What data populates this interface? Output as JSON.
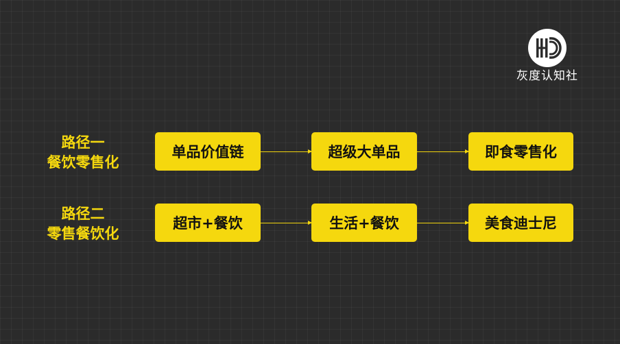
{
  "brand": {
    "logo_icon": "hd-logo-icon",
    "name": "灰度认知社"
  },
  "path1": {
    "label_line1": "路径一",
    "label_line2": "餐饮零售化",
    "steps": [
      "单品价值链",
      "超级大单品",
      "即食零售化"
    ]
  },
  "path2": {
    "label_line1": "路径二",
    "label_line2": "零售餐饮化",
    "steps": [
      "超市+餐饮",
      "生活+餐饮",
      "美食迪士尼"
    ]
  },
  "colors": {
    "background": "#2b2b2b",
    "accent": "#f5d80e",
    "box_text": "#111111",
    "brand_text": "#ffffff"
  }
}
